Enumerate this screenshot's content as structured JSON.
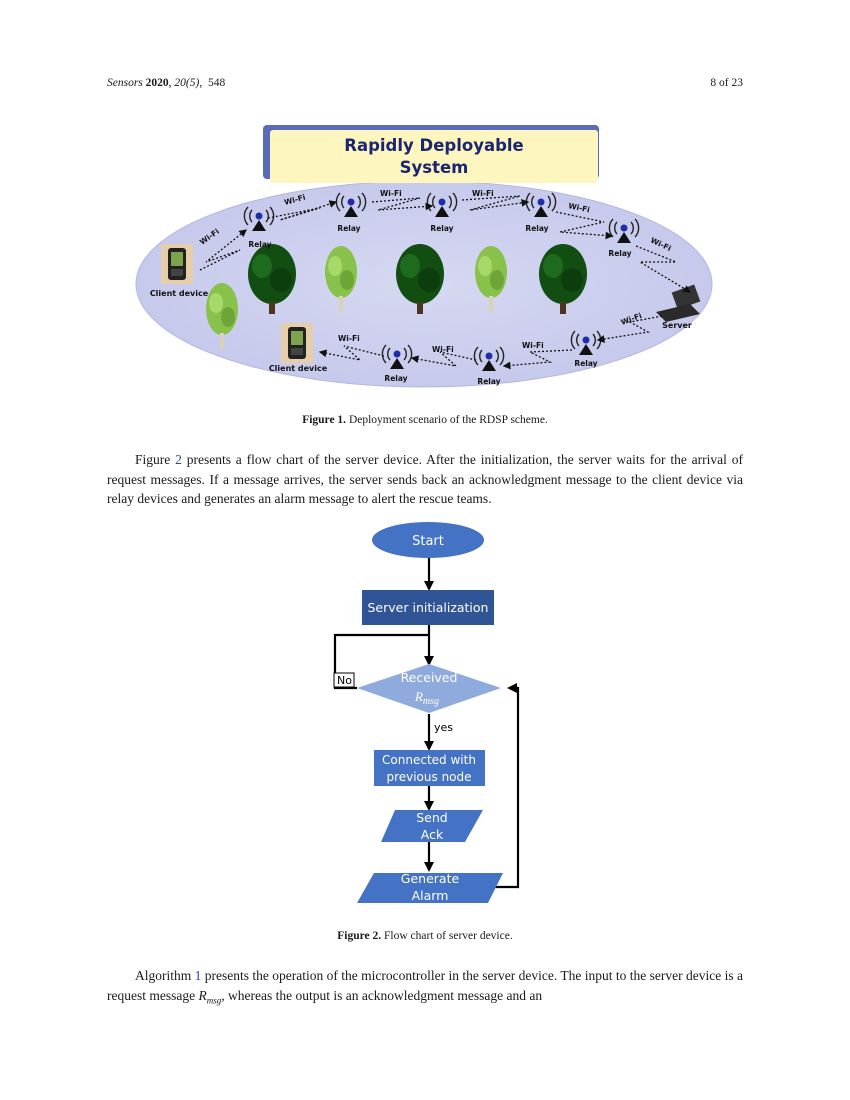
{
  "header": {
    "journal": "Sensors",
    "year": "2020",
    "volume_issue": "20(5)",
    "article": "548",
    "page": "8 of 23"
  },
  "figure1": {
    "title_line1": "Rapidly Deployable",
    "title_line2": "System",
    "label_relay": "Relay",
    "label_wifi": "Wi-Fi",
    "label_client": "Client device",
    "label_server": "Server",
    "caption_label": "Figure 1.",
    "caption_text": " Deployment scenario of the RDSP scheme."
  },
  "paragraph1": {
    "before_ref": "Figure ",
    "ref": "2",
    "after_ref": " presents a flow chart of the server device.  After the initialization, the server waits for the arrival of request messages. If a message arrives, the server sends back an acknowledgment message to the client device via relay devices and generates an alarm message to alert the rescue teams."
  },
  "figure2": {
    "start": "Start",
    "init": "Server initialization",
    "decision_line1": "Received",
    "decision_var": "R",
    "decision_sub": "msg",
    "no": "No",
    "yes": "yes",
    "connected_line1": "Connected with",
    "connected_line2": "previous node",
    "send_line1": "Send",
    "send_line2": "Ack",
    "alarm_line1": "Generate",
    "alarm_line2": "Alarm",
    "caption_label": "Figure 2.",
    "caption_text": " Flow chart of server device.",
    "colors": {
      "dark_box": "#2f5597",
      "light_box": "#4472c4",
      "diamond": "#8faadc"
    }
  },
  "paragraph2": {
    "before_ref": "Algorithm ",
    "ref": "1",
    "mid": " presents the operation of the microcontroller in the server device.  The input to the server device is a request message ",
    "var": "R",
    "var_sub": "msg",
    "after": ", whereas the output is an acknowledgment message and an"
  }
}
